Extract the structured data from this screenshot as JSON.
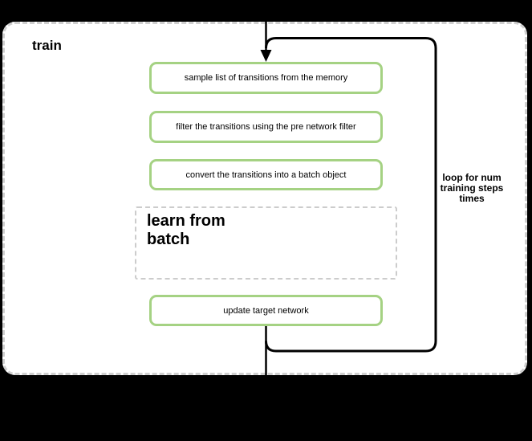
{
  "diagram": {
    "title": "train",
    "steps": [
      {
        "label": "sample list of transitions from the memory"
      },
      {
        "label": "filter the transitions using the pre network filter"
      },
      {
        "label": "convert the transitions into a batch object"
      }
    ],
    "group": {
      "lines": [
        "learn from",
        "batch"
      ]
    },
    "final_step": {
      "label": "update target network"
    },
    "loop_label": {
      "lines": [
        "loop for num",
        "training steps",
        "times"
      ]
    },
    "colors": {
      "canvas_bg": "#000000",
      "panel_bg": "#ffffff",
      "panel_border": "#cfcfcf",
      "step_border": "#a5d283",
      "group_border": "#cccccc",
      "connector": "#000000",
      "text": "#000000"
    }
  }
}
